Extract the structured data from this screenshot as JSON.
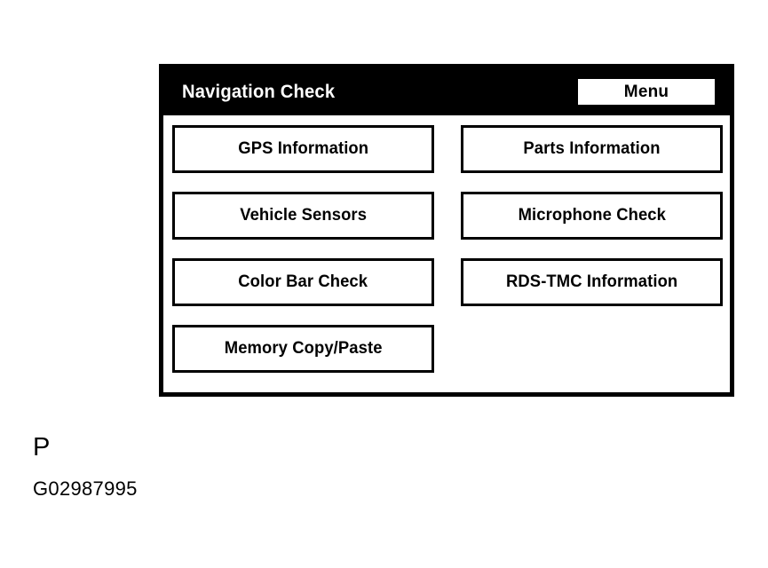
{
  "screen": {
    "title": "Navigation Check",
    "menu_button_label": "Menu",
    "title_bar_bg": "#000000",
    "title_text_color": "#ffffff",
    "body_bg": "#ffffff",
    "border_color": "#000000"
  },
  "buttons": {
    "left_column": [
      {
        "label": "GPS Information"
      },
      {
        "label": "Vehicle Sensors"
      },
      {
        "label": "Color Bar Check"
      },
      {
        "label": "Memory Copy/Paste"
      }
    ],
    "right_column": [
      {
        "label": "Parts Information"
      },
      {
        "label": "Microphone Check"
      },
      {
        "label": "RDS-TMC Information"
      }
    ]
  },
  "caption": {
    "letter": "P",
    "code": "G02987995"
  }
}
